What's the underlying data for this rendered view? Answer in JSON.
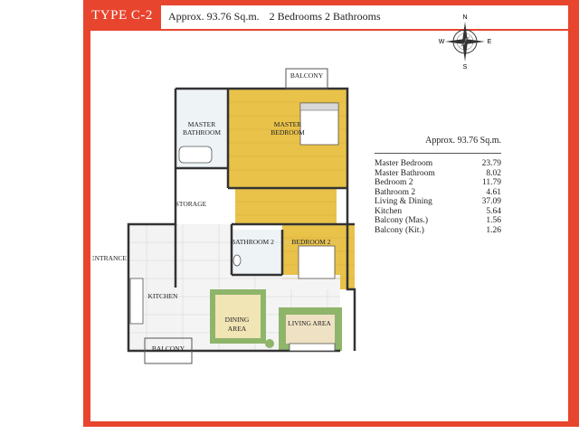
{
  "unit_type": "TYPE C-2",
  "header": {
    "approx_area": "Approx. 93.76 Sq.m.",
    "rooms": "2 Bedrooms 2 Bathrooms"
  },
  "compass": {
    "north": "N",
    "south": "S",
    "east": "E",
    "west": "W"
  },
  "plan_labels": {
    "balcony_top": "BALCONY",
    "master_bathroom_1": "MASTER",
    "master_bathroom_2": "BATHROOM",
    "master_bedroom_1": "MASTER",
    "master_bedroom_2": "BEDROOM",
    "storage": "STORAGE",
    "bathroom_2": "BATHROOM 2",
    "bedroom_2": "BEDROOM 2",
    "entrance": "ENTRANCE",
    "kitchen": "KITCHEN",
    "dining_1": "DINING",
    "dining_2": "AREA",
    "living": "LIVING AREA",
    "balcony_bottom": "BALCONY"
  },
  "area_table": {
    "title": "Approx. 93.76 Sq.m.",
    "rows": [
      {
        "room": "Master Bedroom",
        "area": "23.79"
      },
      {
        "room": "Master Bathroom",
        "area": "8.02"
      },
      {
        "room": "Bedroom 2",
        "area": "11.79"
      },
      {
        "room": "Bathroom 2",
        "area": "4.61"
      },
      {
        "room": "Living & Dining",
        "area": "37.09"
      },
      {
        "room": "Kitchen",
        "area": "5.64"
      },
      {
        "room": "Balcony (Mas.)",
        "area": "1.56"
      },
      {
        "room": "Balcony (Kit.)",
        "area": "1.26"
      }
    ]
  },
  "colors": {
    "frame": "#e8452f",
    "wood_floor": "#e9c24a",
    "rug": "#8fb56b"
  }
}
